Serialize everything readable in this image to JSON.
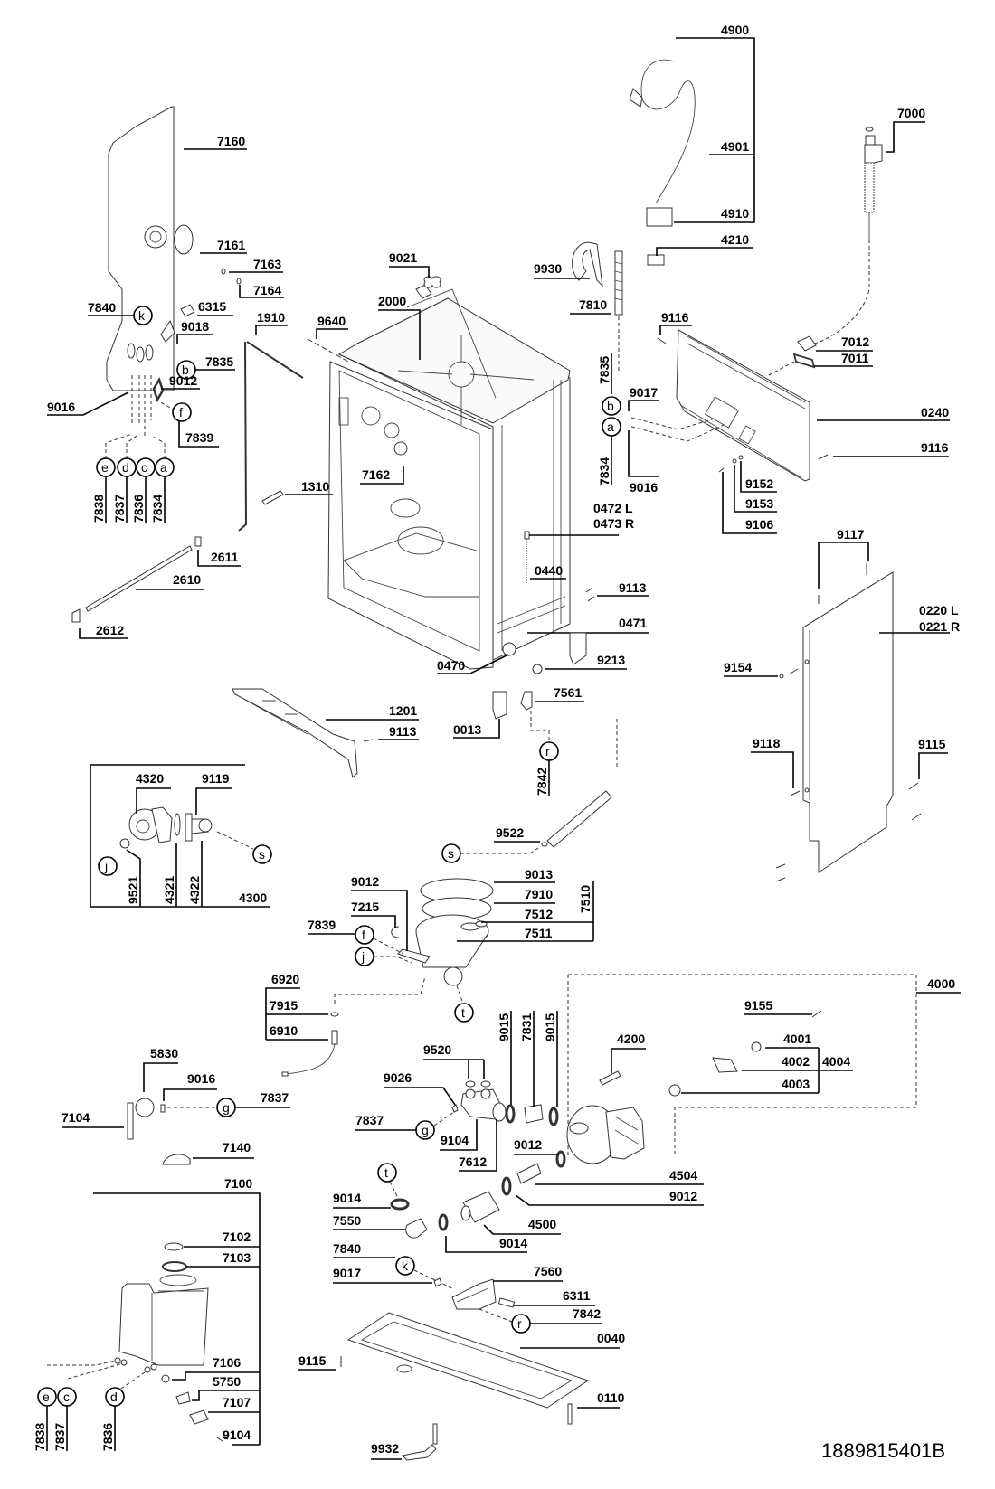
{
  "document_number": "1889815401B",
  "labels": {
    "7160": "7160",
    "7161": "7161",
    "7163": "7163",
    "7164": "7164",
    "6315": "6315",
    "7840_top": "7840",
    "9018": "9018",
    "7835_left": "7835",
    "9012_top": "9012",
    "9016_left": "9016",
    "7839_top": "7839",
    "1910": "1910",
    "1310": "1310",
    "2611": "2611",
    "2610": "2610",
    "2612": "2612",
    "7838_top": "7838",
    "7837_top": "7837",
    "7836_top": "7836",
    "7834_top": "7834",
    "9021": "9021",
    "2000": "2000",
    "9640": "9640",
    "7162": "7162",
    "4900": "4900",
    "4901": "4901",
    "4910": "4910",
    "4210": "4210",
    "9930": "9930",
    "7810": "7810",
    "7000": "7000",
    "9116_top": "9116",
    "7012": "7012",
    "7011": "7011",
    "0240": "0240",
    "9116_right": "9116",
    "7835_mid": "7835",
    "9017_mid": "9017",
    "7834_mid": "7834",
    "9016_mid": "9016",
    "9152": "9152",
    "9153": "9153",
    "9106": "9106",
    "0472": "0472 L",
    "0473": "0473 R",
    "0440": "0440",
    "9113_mid": "9113",
    "0471": "0471",
    "0470": "0470",
    "9213": "9213",
    "7561": "7561",
    "0013": "0013",
    "7842_mid": "7842",
    "9117": "9117",
    "0220": "0220 L",
    "0221": "0221 R",
    "9154": "9154",
    "9118": "9118",
    "9115_right": "9115",
    "1201": "1201",
    "9113_left": "9113",
    "4320": "4320",
    "9119": "9119",
    "9521": "9521",
    "4321": "4321",
    "4322": "4322",
    "4300": "4300",
    "9522": "9522",
    "9012_sump": "9012",
    "7215": "7215",
    "7839_sump": "7839",
    "9013": "9013",
    "7910": "7910",
    "7512": "7512",
    "7511": "7511",
    "7510": "7510",
    "6920": "6920",
    "7915": "7915",
    "6910": "6910",
    "4000": "4000",
    "9155": "9155",
    "4001": "4001",
    "4002": "4002",
    "4003": "4003",
    "4004": "4004",
    "4200": "4200",
    "9520": "9520",
    "9026": "9026",
    "7837_mid": "7837",
    "9104_mid": "9104",
    "7612": "7612",
    "9015_a": "9015",
    "7831": "7831",
    "9015_b": "9015",
    "9012_pump": "9012",
    "4504": "4504",
    "9012_drain": "9012",
    "4500": "4500",
    "5830": "5830",
    "9016_low": "9016",
    "7837_low": "7837",
    "7104": "7104",
    "7140": "7140",
    "9014_a": "9014",
    "7550": "7550",
    "9014_b": "9014",
    "7840_low": "7840",
    "9017_low": "9017",
    "7560": "7560",
    "6311": "6311",
    "7842_low": "7842",
    "0040": "0040",
    "9115_low": "9115",
    "0110": "0110",
    "9932": "9932",
    "7100": "7100",
    "7102": "7102",
    "7103": "7103",
    "7106": "7106",
    "5750": "5750",
    "7107": "7107",
    "9104_low": "9104",
    "7838_low": "7838",
    "7837_lowv": "7837",
    "7836_low": "7836"
  },
  "callouts": {
    "k": "k",
    "b": "b",
    "f": "f",
    "e": "e",
    "d": "d",
    "c": "c",
    "a": "a",
    "r": "r",
    "s": "s",
    "j": "j",
    "t": "t",
    "g": "g"
  }
}
